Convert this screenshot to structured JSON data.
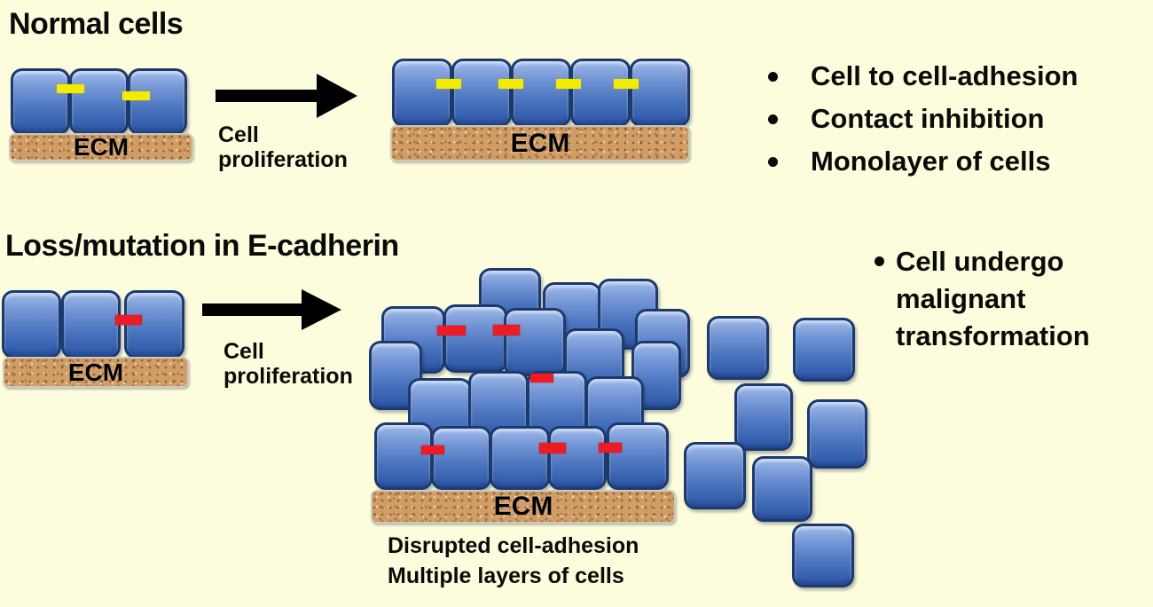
{
  "slide": {
    "background_color": "#fdfcdc",
    "normal_section": {
      "title": "Normal cells",
      "before_group": {
        "cell_count": 3,
        "junction_count": 2,
        "ecm_label": "ECM"
      },
      "arrow_label_lines": [
        "Cell",
        "proliferation"
      ],
      "after_group": {
        "cell_count": 5,
        "junction_count": 4,
        "ecm_label": "ECM"
      },
      "bullets": [
        "Cell to cell-adhesion",
        "Contact inhibition",
        "Monolayer of cells"
      ]
    },
    "mutant_section": {
      "title": "Loss/mutation in E-cadherin",
      "before_group": {
        "cell_count": 3,
        "broken_junction_count": 1,
        "ecm_label": "ECM"
      },
      "arrow_label_lines": [
        "Cell",
        "proliferation"
      ],
      "cluster_group": {
        "cell_count": 19,
        "broken_junction_count": 6,
        "ecm_label": "ECM",
        "caption_lines": [
          "Disrupted cell-adhesion",
          "Multiple layers of cells"
        ]
      },
      "invading_group": {
        "cell_count": 7
      },
      "note": "Cell undergo malignant transformation"
    },
    "colors": {
      "cell_fill": "#4a74be",
      "cell_border": "#1b3a70",
      "intact_junction": "#f4eb02",
      "broken_junction": "#ec1b24",
      "ecm_fill": "#d19d67",
      "arrow": "#000000",
      "text": "#0a0a0a"
    }
  }
}
